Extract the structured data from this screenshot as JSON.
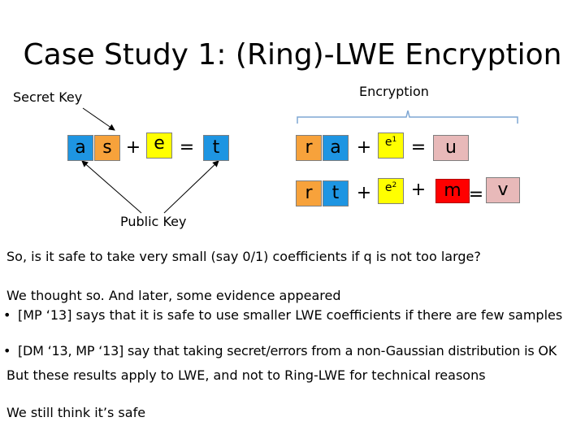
{
  "title": "Case Study 1: (Ring)-LWE Encryption",
  "labels": {
    "secret_key": "Secret Key",
    "public_key": "Public Key",
    "encryption": "Encryption"
  },
  "keygen": {
    "a": "a",
    "s": "s",
    "plus": "+",
    "e": "e",
    "eq": "=",
    "t": "t"
  },
  "enc_row1": {
    "r": "r",
    "a": "a",
    "plus": "+",
    "e_base": "e",
    "e_sub": "1",
    "eq": "=",
    "u": "u"
  },
  "enc_row2": {
    "r": "r",
    "t": "t",
    "plus1": "+",
    "e_base": "e",
    "e_sub": "2",
    "plus2": "+",
    "m": "m",
    "eq": "=",
    "v": "v"
  },
  "text": {
    "question": "So, is it safe to take very small (say 0/1) coefficients if q is not too large?",
    "thought": "We thought so.  And later, some evidence appeared",
    "bullet1": "[MP ‘13] says that it is safe to use smaller LWE coefficients if there are few samples",
    "bullet2": "[DM ‘13, MP ‘13] say that taking secret/errors from a non-Gaussian distribution is OK",
    "results": "But these results apply to LWE, and not to Ring-LWE for technical reasons",
    "still": "We still think it’s safe"
  },
  "colors": {
    "blue": "#1e95e2",
    "orange": "#f7a23b",
    "yellow": "#ffff00",
    "pink": "#e8b9b9",
    "red": "#ff0000",
    "bracket": "#7fa7d3"
  }
}
